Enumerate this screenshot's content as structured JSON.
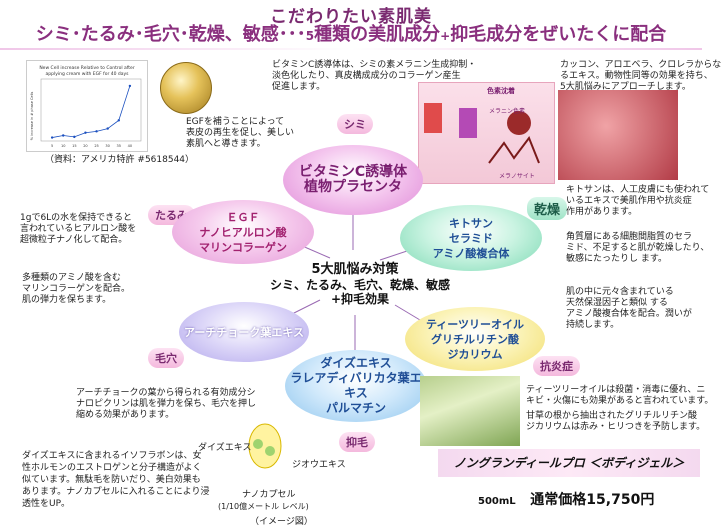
{
  "header": {
    "title": "こだわりたい素肌美",
    "subtitle_main": "シミ･たるみ･毛穴･乾燥、敏感･･･",
    "subtitle_small": "5",
    "subtitle_rest": "種類の美肌成分",
    "subtitle_plus": "+",
    "subtitle_end": "抑毛成分をぜいたくに配合"
  },
  "chart": {
    "title_line1": "New Cell increase Relative to Control after",
    "title_line2": "applying cream with EGF for 40 days",
    "ylabel": "% increase in # phase Cells",
    "ticks_x": [
      "5",
      "10",
      "15",
      "20",
      "25",
      "30",
      "35",
      "40"
    ],
    "source": "（資料：アメリカ特許 #5618544）",
    "chart_data": {
      "type": "scatter",
      "title": "New Cell increase Relative to Control after applying cream with EGF for 40 days",
      "xlabel": "",
      "ylabel": "% increase in # phase Cells",
      "x": [
        5,
        10,
        15,
        20,
        25,
        30,
        35,
        40
      ],
      "y": [
        5,
        8,
        6,
        12,
        14,
        18,
        30,
        80
      ]
    }
  },
  "texts": {
    "egf_desc": [
      "EGFを補うことによって",
      "表皮の再生を促し、美しい",
      "素肌へと導きます。"
    ],
    "vitc_desc": [
      "ビタミンC誘導体は、シミの素メラニン生成抑制・",
      "淡色化したり、真皮構成成分のコラーゲン産生",
      "促進します。"
    ],
    "algae_desc": [
      "カッコン、アロエベラ、クロレラからな",
      "るエキス。動物性同等の効果を持ち、",
      "5大肌悩みにアプローチします。"
    ],
    "hyal_desc": [
      "1gで6Lの水を保持できると",
      "言われているヒアルロン酸を",
      "超微粒子ナノ化して配合。"
    ],
    "amino_desc": [
      "多種類のアミノ酸を含む",
      "マリンコラーゲンを配合。",
      "肌の弾力を保ちます。"
    ],
    "kito_desc": [
      "キトサンは、人工皮膚にも使われて",
      "いるエキスで美肌作用や抗炎症",
      "作用があります。"
    ],
    "ceramide_desc": [
      "角質層にある細胞間脂質のセラ",
      "ミド、不足すると肌が乾燥したり、",
      "敏感にたったりし ます。"
    ],
    "natural_desc": [
      "肌の中に元々含まれている",
      "天然保湿因子と類似  する",
      "アミノ酸複合体を配合。潤いが",
      "持続します。"
    ],
    "art_desc": [
      "アーチチョークの葉から得られる有効成分シ",
      "ナロピクリンは肌を弾力を保ち、毛穴を押し",
      "縮める効果があります。"
    ],
    "daiz_desc": [
      "ダイズエキスに含まれるイソフラボンは、女",
      "性ホルモンのエストロゲンと分子構造がよく",
      "似ています。無駄毛を防いだり、美白効果も",
      "あります。ナノカプセルに入れることにより浸",
      "透性をUP。"
    ],
    "tea_desc": [
      "ティーツリーオイルは殺菌・消毒に優れ、ニ",
      "キビ・火傷にも効果があると言われています。"
    ],
    "licorice_desc": [
      "甘草の根から抽出されたグリチルリチン酸",
      "ジカリウムは赤み・ヒリつきを予防します。"
    ]
  },
  "tags": {
    "shimi": "シミ",
    "tarumi": "たるみ",
    "kanso": "乾燥",
    "keana": "毛穴",
    "koensho": "抗炎症",
    "yokumo": "抑毛"
  },
  "micro_labels": {
    "label1": "色素沈着",
    "label2": "メラニン色素",
    "label3": "メラノサイト"
  },
  "ellipses": {
    "vitc": [
      "ビタミンC誘導体",
      "植物プラセンタ"
    ],
    "egf": [
      "ＥＧＦ",
      "ナノヒアルロン酸",
      "マリンコラーゲン"
    ],
    "kito": [
      "キトサン",
      "セラミド",
      "アミノ酸複合体"
    ],
    "art": [
      "アーチチョーク葉エキス"
    ],
    "tea": [
      "ティーツリーオイル",
      "グリチルリチン酸",
      "ジカリウム"
    ],
    "daiz": [
      "ダイズエキス",
      "ラレアディバリカタ葉エキス",
      "パルマチン"
    ]
  },
  "center": {
    "title": "5大肌悩み対策",
    "sub1": "シミ、たるみ、毛穴、乾燥、敏感",
    "sub2": "+抑毛効果"
  },
  "nano": {
    "label_daiz": "ダイズエキス",
    "label_jio": "ジオウエキス",
    "caption": "ナノカプセル",
    "caption_sub": "(1/10億メートル レベル)",
    "note": "（イメージ図）"
  },
  "product": {
    "name": "ノングランディールプロ  ＜ボディジェル＞",
    "volume": "500mL",
    "price_label": "通常価格",
    "price": "15,750円"
  },
  "colors": {
    "title": "#7a2a70",
    "accent_pink": "#e08bd8",
    "accent_green": "#7bd9b3"
  }
}
